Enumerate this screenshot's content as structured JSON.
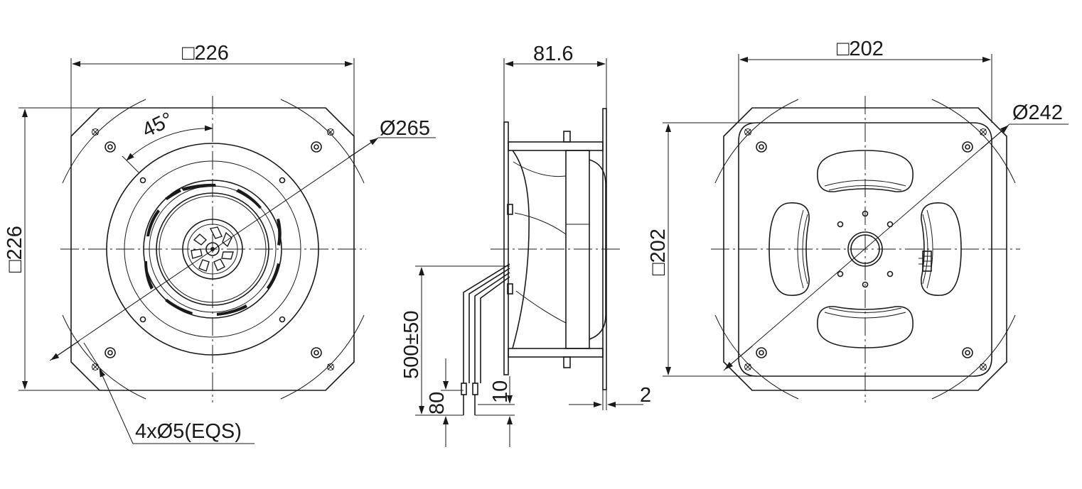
{
  "front_view": {
    "width_label": "□226",
    "height_label": "□226",
    "angle_label": "45°",
    "diameter_label": "Ø265",
    "holes_label": "4xØ5(EQS)"
  },
  "side_view": {
    "depth_label": "81.6",
    "cable_length_label": "500±50",
    "strip_length_label": "80",
    "end_length_label": "10",
    "flange_thickness_label": "2"
  },
  "rear_view": {
    "width_label": "□202",
    "height_label": "□202",
    "diameter_label": "Ø242"
  }
}
